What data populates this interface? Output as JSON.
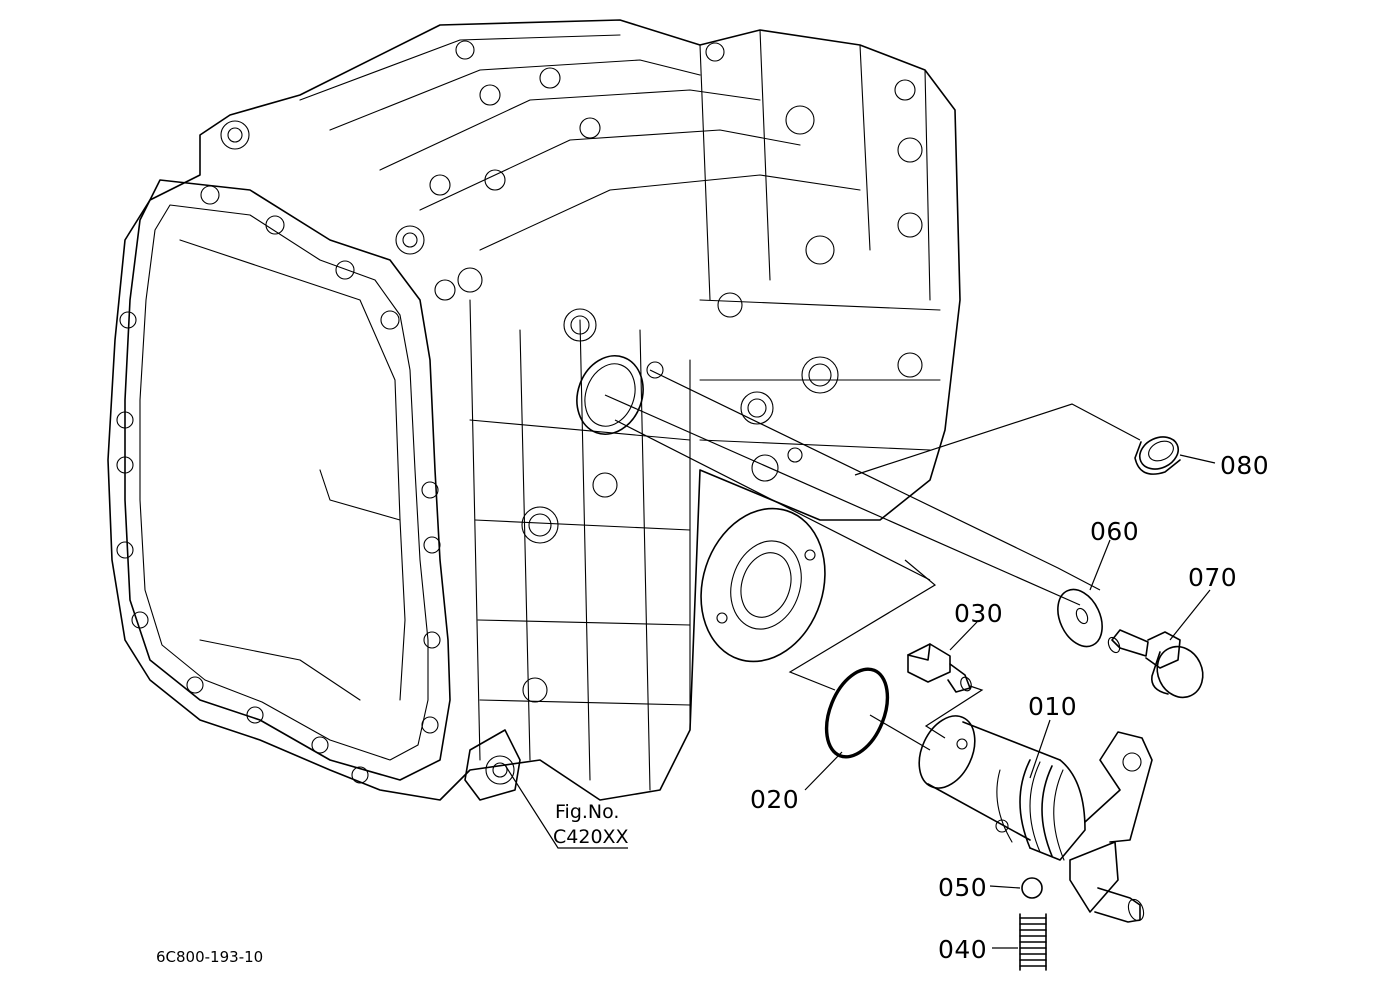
{
  "callouts": {
    "p010": "010",
    "p020": "020",
    "p030": "030",
    "p040": "040",
    "p050": "050",
    "p060": "060",
    "p070": "070",
    "p080": "080"
  },
  "reference": {
    "line1": "Fig.No.",
    "line2": "C420XX"
  },
  "drawing_code": "6C800-193-10"
}
